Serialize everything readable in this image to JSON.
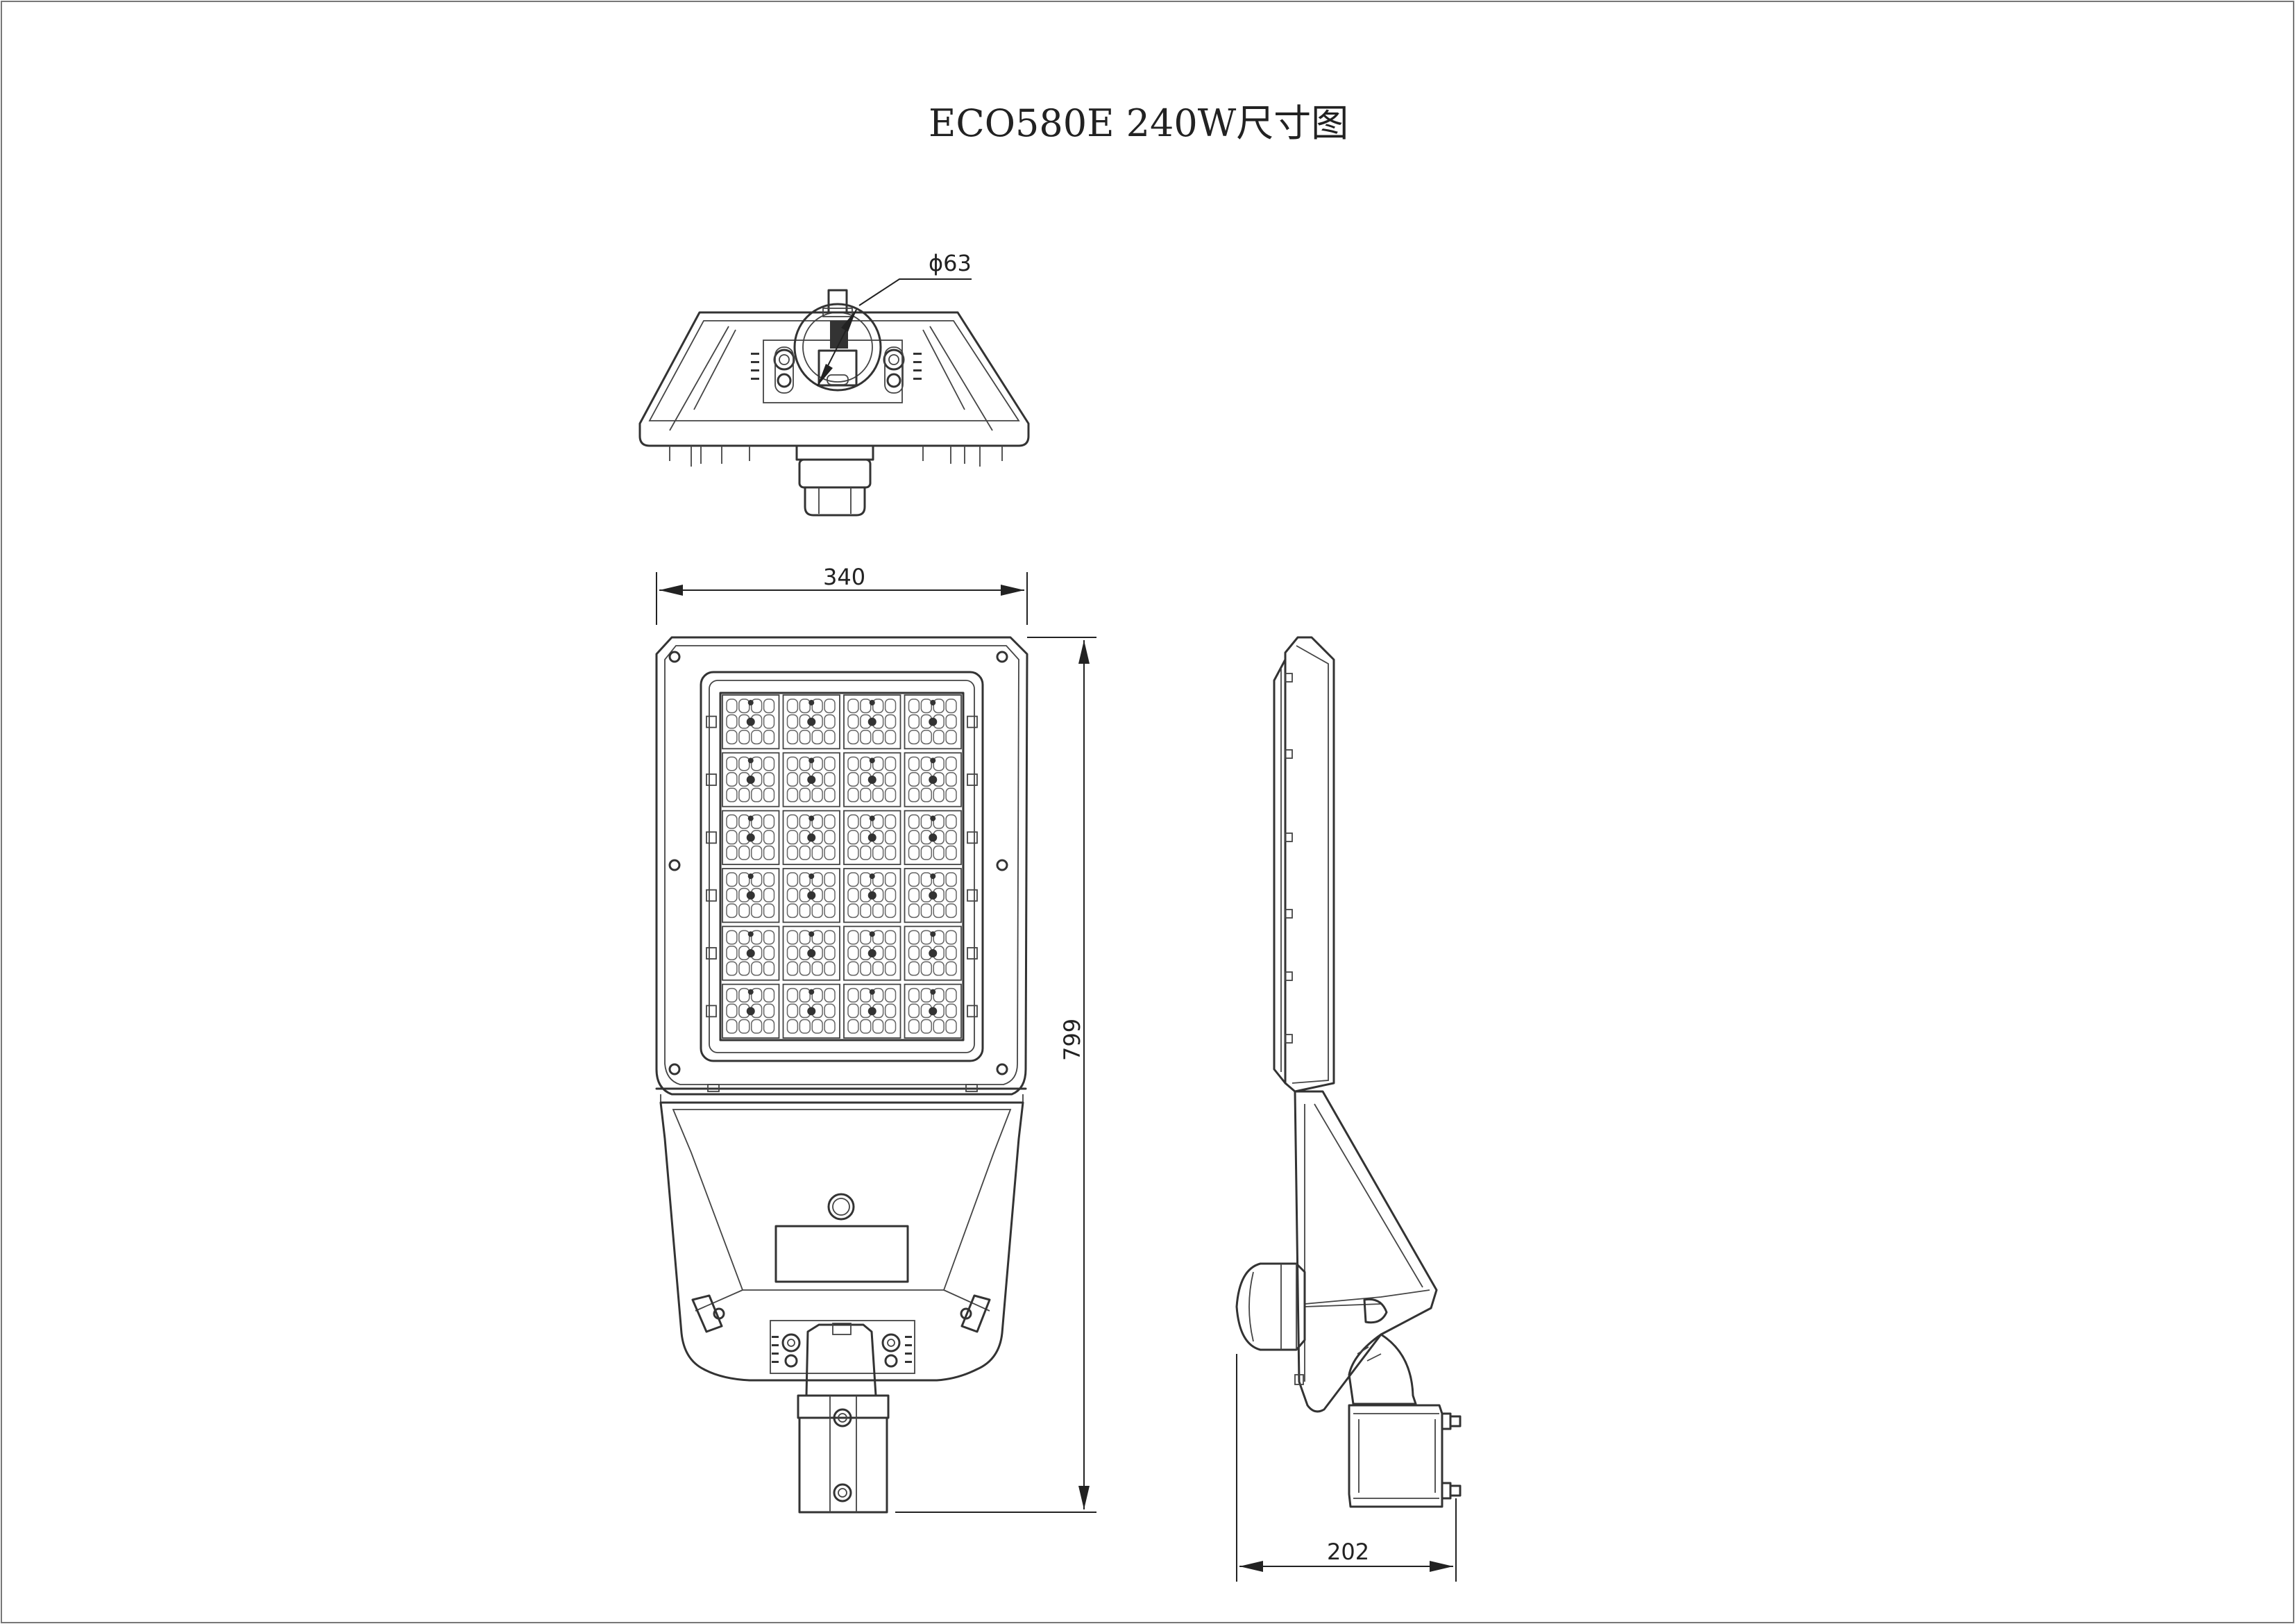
{
  "drawing": {
    "title": "ECO580E 240W尺寸图"
  },
  "dimensions": {
    "bracket_diameter": "ϕ63",
    "width": "340",
    "length": "799",
    "side_depth": "202"
  },
  "colors": {
    "line": "#333333",
    "background": "#ffffff"
  },
  "led_grid": {
    "module_columns": 4,
    "module_rows": 6
  }
}
